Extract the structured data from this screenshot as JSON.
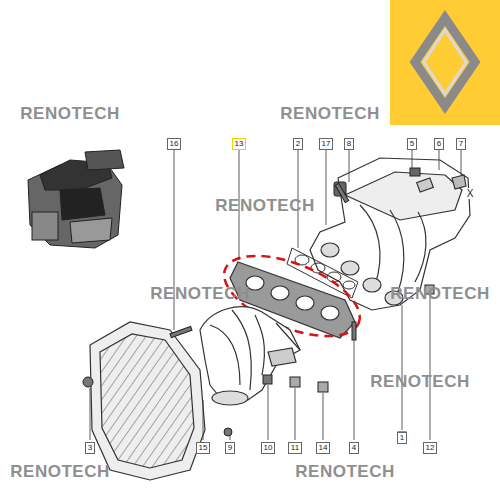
{
  "diagram": {
    "labels": [
      "RENOTECH",
      "RENOTECH",
      "16",
      "13",
      "2",
      "17",
      "8",
      "5",
      "6",
      "7",
      "X",
      "RENOTECH",
      "RENOTECH",
      "RENOTECH",
      "3",
      "15",
      "9",
      "10",
      "11",
      "14",
      "4",
      "1",
      "12",
      "RENOTECH",
      "RENOTECH",
      "RENOTECH"
    ]
  }
}
